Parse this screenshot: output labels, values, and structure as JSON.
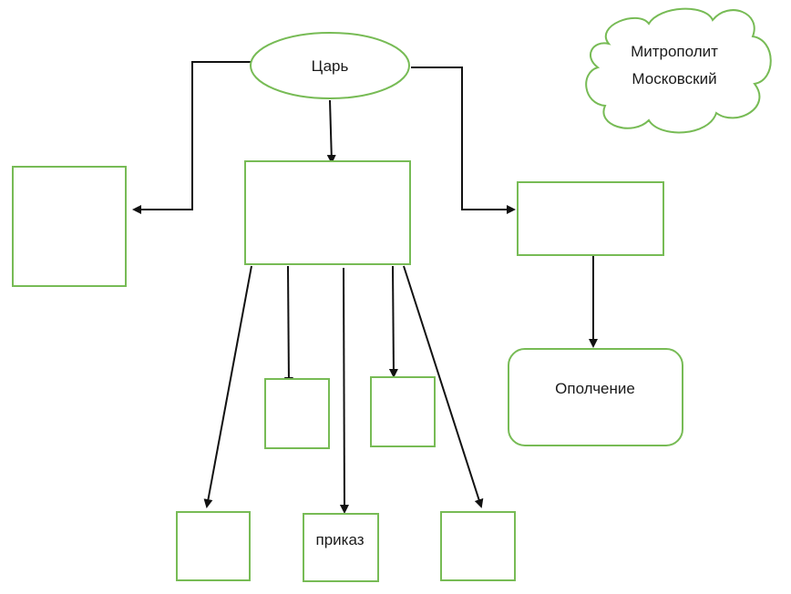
{
  "nodes": {
    "tsar": {
      "label": "Царь"
    },
    "central": {
      "label": ""
    },
    "left": {
      "label": ""
    },
    "right": {
      "label": ""
    },
    "militia": {
      "label": "Ополчение"
    },
    "metropolitan": {
      "line1": "Митрополит",
      "line2": "Московский"
    },
    "mid_a": {
      "label": ""
    },
    "mid_b": {
      "label": ""
    },
    "bottom_a": {
      "label": ""
    },
    "bottom_prikaz": {
      "label": "приказ"
    },
    "bottom_c": {
      "label": ""
    }
  },
  "edges": [
    {
      "from": "tsar",
      "to": "left"
    },
    {
      "from": "tsar",
      "to": "central"
    },
    {
      "from": "tsar",
      "to": "right"
    },
    {
      "from": "right",
      "to": "militia"
    },
    {
      "from": "central",
      "to": "mid_a"
    },
    {
      "from": "central",
      "to": "mid_b"
    },
    {
      "from": "central",
      "to": "bottom_a"
    },
    {
      "from": "central",
      "to": "bottom_prikaz"
    },
    {
      "from": "central",
      "to": "bottom_c"
    }
  ],
  "colors": {
    "node_stroke": "#77bb55",
    "edge": "#111111",
    "text": "#1a1a1a"
  }
}
